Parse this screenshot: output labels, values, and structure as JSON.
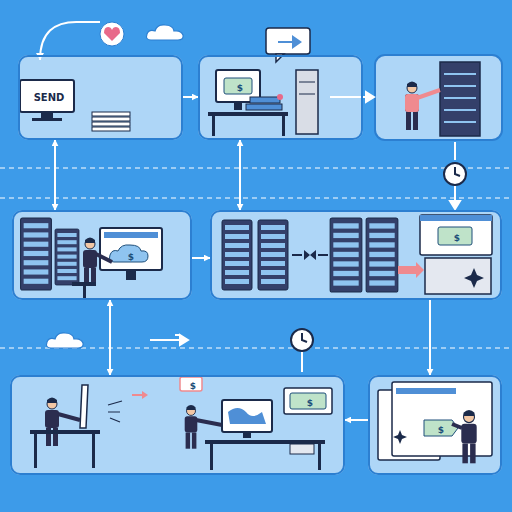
{
  "diagram": {
    "nodes": [
      {
        "text": [
          "SEND"
        ]
      },
      {
        "text": [
          "$"
        ]
      },
      {
        "text": [
          "$"
        ]
      },
      {
        "text": [
          "$"
        ]
      },
      {
        "text": [
          "$",
          "$"
        ]
      },
      {
        "text": [
          "$"
        ]
      }
    ],
    "edges": [
      {
        "from": 0,
        "to": 1,
        "arrow": "to"
      },
      {
        "from": 0,
        "to": 2,
        "arrow": "both"
      },
      {
        "from": 1,
        "to": 3,
        "arrow": "both"
      },
      {
        "from": 2,
        "to": 3,
        "arrow": "to"
      },
      {
        "from": 2,
        "to": 4,
        "arrow": "both"
      },
      {
        "from": 3,
        "to": 5,
        "arrow": "to"
      },
      {
        "from": 5,
        "to": 4,
        "arrow": "to"
      }
    ]
  }
}
